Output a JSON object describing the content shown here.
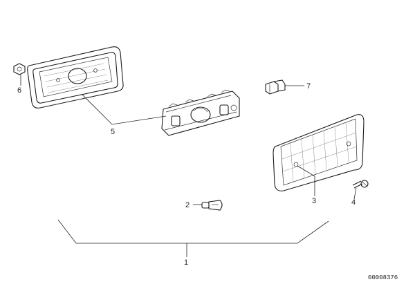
{
  "diagram": {
    "callouts": {
      "c1": "1",
      "c2": "2",
      "c3": "3",
      "c4": "4",
      "c5": "5",
      "c6": "6",
      "c7": "7"
    },
    "reference_number": "00008376"
  }
}
